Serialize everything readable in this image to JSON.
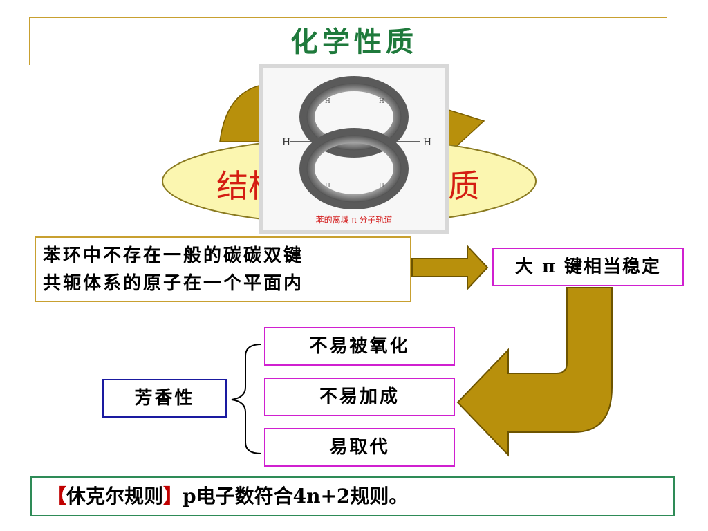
{
  "title": "化学性质",
  "oval": {
    "left_text": "结构",
    "right_text": "质"
  },
  "photo": {
    "caption": "苯的离域 π 分子轨道",
    "h_label": "H",
    "h_small": "H"
  },
  "feature_box": {
    "line1": "苯环中不存在一般的碳碳双键",
    "line2": "共轭体系的原子在一个平面内"
  },
  "result_box": {
    "text": "大 π 键相当稳定"
  },
  "aroma": {
    "label": "芳香性"
  },
  "properties": [
    "不易被氧化",
    "不易加成",
    "易取代"
  ],
  "huckel": {
    "open_bracket": "【",
    "rule_name": "休克尔规则",
    "close_bracket": "】",
    "rule_text": "p电子数符合4n+2规则。"
  },
  "colors": {
    "title_green": "#1f7a3c",
    "gold": "#c8a030",
    "arrow_gold": "#b8900c",
    "magenta_border": "#d020d0",
    "navy_border": "#1a1aa0",
    "green_border": "#2e8b57",
    "oval_fill": "#fbf6b0",
    "red_text": "#d41d12"
  }
}
